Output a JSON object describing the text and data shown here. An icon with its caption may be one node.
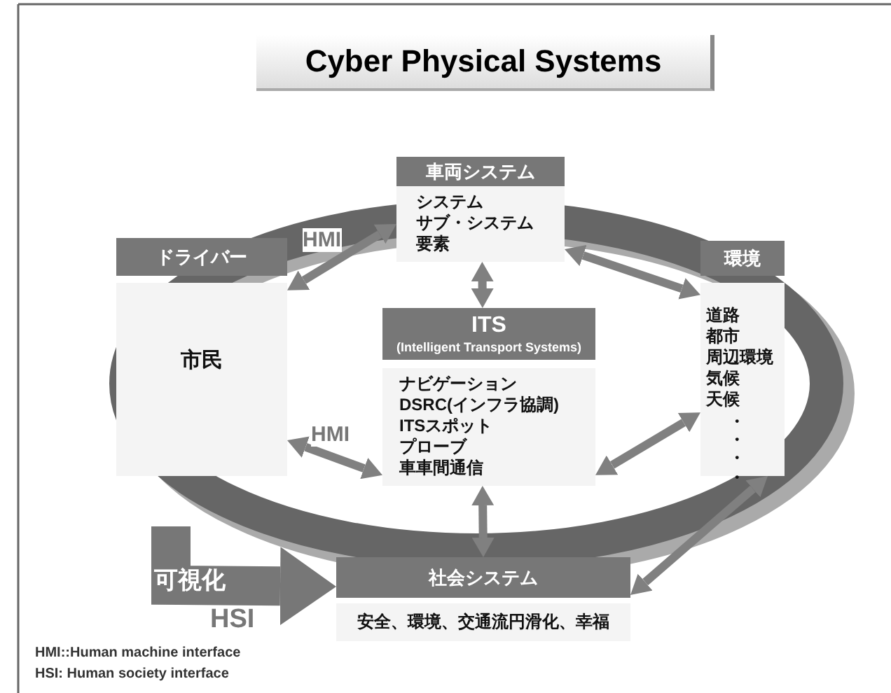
{
  "diagram": {
    "title": "Cyber Physical Systems",
    "nodes": [
      {
        "text": [
          "車両システム",
          "システム",
          "サブ・システム",
          "要素"
        ]
      },
      {
        "text": [
          "ドライバー",
          "市民"
        ]
      },
      {
        "text": [
          "ITS",
          "(Intelligent Transport Systems)",
          "ナビゲーション",
          "DSRC(インフラ協調)",
          "ITSスポット",
          "プローブ",
          "車車間通信"
        ]
      },
      {
        "text": [
          "環境",
          "道路",
          "都市",
          "周辺環境",
          "気候",
          "天候",
          "・・・・"
        ]
      },
      {
        "text": [
          "社会システム",
          "安全、環境、交通流円滑化、幸福"
        ]
      }
    ],
    "edges": [
      {
        "from": 1,
        "to": 0,
        "arrow": "both",
        "label": "HMI"
      },
      {
        "from": 0,
        "to": 2,
        "arrow": "both"
      },
      {
        "from": 0,
        "to": 3,
        "arrow": "both"
      },
      {
        "from": 1,
        "to": 2,
        "arrow": "both",
        "label": "HMI"
      },
      {
        "from": 2,
        "to": 3,
        "arrow": "both"
      },
      {
        "from": 2,
        "to": 4,
        "arrow": "both"
      },
      {
        "from": 3,
        "to": 4,
        "arrow": "both"
      },
      {
        "from": null,
        "to": 4,
        "arrow": "to",
        "style": "thick",
        "label": "可視化"
      }
    ],
    "labels": [
      "HSI",
      "HMI::Human machine interface",
      "HSI: Human society interface"
    ]
  }
}
